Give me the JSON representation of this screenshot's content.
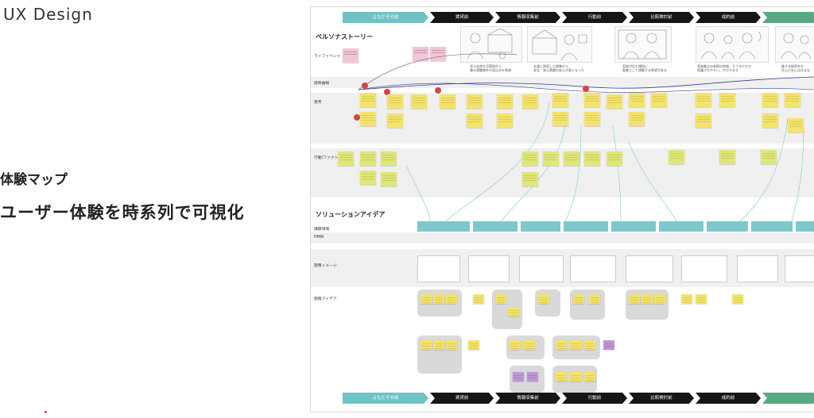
{
  "slide": {
    "title": "UX Design",
    "heading_line1": "体験マップ",
    "heading_line2": "ユーザー体験を時系列で可視化"
  },
  "board": {
    "phases": [
      "よもだその前",
      "賃貸前",
      "情報収集前",
      "行動前",
      "比較検討前",
      "成約前",
      ""
    ],
    "sections": {
      "persona": "ペルソナストーリー",
      "solution": "ソリューションアイデア"
    },
    "row_labels": {
      "life_event": "ライフイベント",
      "emotion": "感情曲線",
      "thoughts": "思考",
      "actions": "行動/ファクト",
      "issues": "課題領域",
      "hmw": "HMW",
      "service_image": "施策イメージ",
      "service_ideas": "施策アイデア"
    },
    "story_captions": [
      "思えぬ突生活実現から\n兼の建築物件の見込みを希望",
      "友達に誘導した経験から\n安全・安心実績の安心が高くなった",
      "家族が住む場所に\n愛着として建築する希望がある",
      "家族集まの新宿の地域、そうきだかき\n保護されやすい。やだかます",
      "誰する新宿をの\n住んだ先には住まな"
    ]
  },
  "colors": {
    "phase_dark": "#161616",
    "phase_start": "#6fc2c5",
    "phase_end": "#5aa882",
    "sticky_yellow": "#f4e36a",
    "sticky_pink": "#f3c5d8",
    "sticky_purple": "#b997d8",
    "sticky_lime": "#dde77a",
    "solution_teal": "#7ec8cc",
    "emotion_red": "#d24545",
    "curve_blue": "#3b3f8f"
  }
}
